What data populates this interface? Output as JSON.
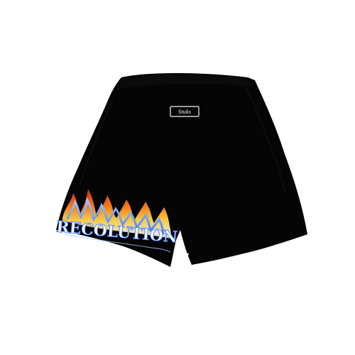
{
  "image": {
    "subject": "black shorts",
    "background_color": "#ffffff",
    "garment_color": "#050505",
    "waistband_color": "#0b0b0b",
    "label": {
      "text": "Stuks",
      "border_color": "#f2f2f2",
      "text_color": "#f2f2f2"
    },
    "graphic": {
      "text": "RECOLUTION",
      "flame_colors": [
        "#e0261f",
        "#ff8a1d",
        "#ffd54a",
        "#3b74ff",
        "#a9c7ff",
        "#f5f7ff"
      ]
    }
  }
}
